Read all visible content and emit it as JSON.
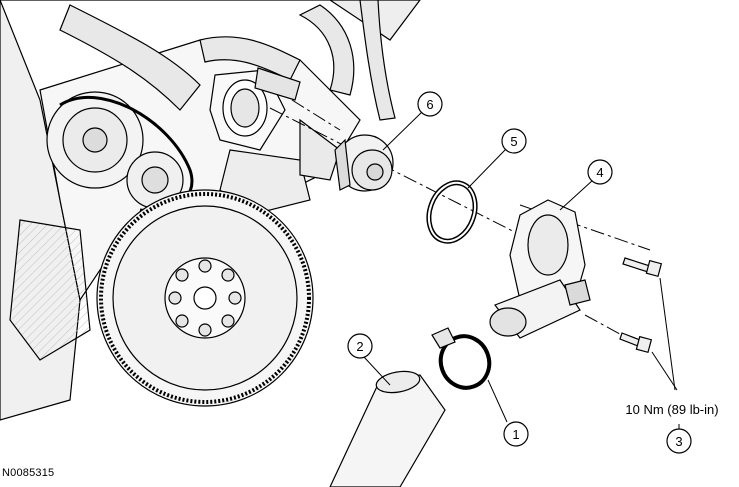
{
  "figure_id": "N0085315",
  "torque_spec": "10 Nm (89 lb-in)",
  "callouts": [
    {
      "id": "1",
      "part": "hose-clamp"
    },
    {
      "id": "2",
      "part": "radiator-hose"
    },
    {
      "id": "3",
      "part": "housing-bolts"
    },
    {
      "id": "4",
      "part": "thermostat-housing"
    },
    {
      "id": "5",
      "part": "seal"
    },
    {
      "id": "6",
      "part": "thermostat"
    }
  ]
}
